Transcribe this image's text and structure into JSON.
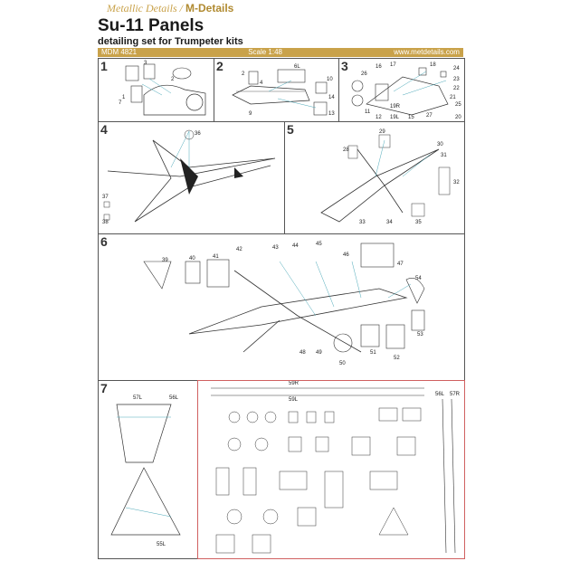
{
  "header": {
    "brand_left": "Metallic Details",
    "brand_sep": " / ",
    "brand_right": "M-Details",
    "title": "Su-11 Panels",
    "subtitle": "detailing set for Trumpeter kits",
    "code": "MDM 4821",
    "scale": "Scale 1:48",
    "website": "www.metdetails.com"
  },
  "steps": [
    "1",
    "2",
    "3",
    "4",
    "5",
    "6",
    "7"
  ],
  "labels": {
    "s1": [
      "3",
      "2",
      "1",
      "7"
    ],
    "s2": [
      "2",
      "4",
      "6L",
      "10",
      "14",
      "9",
      "13"
    ],
    "s3": [
      "16",
      "17",
      "18",
      "24",
      "26",
      "23",
      "22",
      "21",
      "25",
      "19R",
      "11",
      "12",
      "19L",
      "27",
      "15",
      "20"
    ],
    "s4": [
      "36",
      "37",
      "38"
    ],
    "s5": [
      "28",
      "29",
      "30",
      "31",
      "32",
      "33",
      "34",
      "35"
    ],
    "s6": [
      "39",
      "40",
      "41",
      "42",
      "43",
      "44",
      "45",
      "46",
      "47",
      "54",
      "48",
      "49",
      "50",
      "51",
      "52",
      "53"
    ],
    "s7": [
      "57L",
      "56L",
      "55L",
      "59R",
      "59L",
      "56L",
      "57R"
    ]
  },
  "colors": {
    "gold": "#c9a24a",
    "callout": "#4aa8b8",
    "outline": "#333333",
    "redline": "#d06060"
  }
}
